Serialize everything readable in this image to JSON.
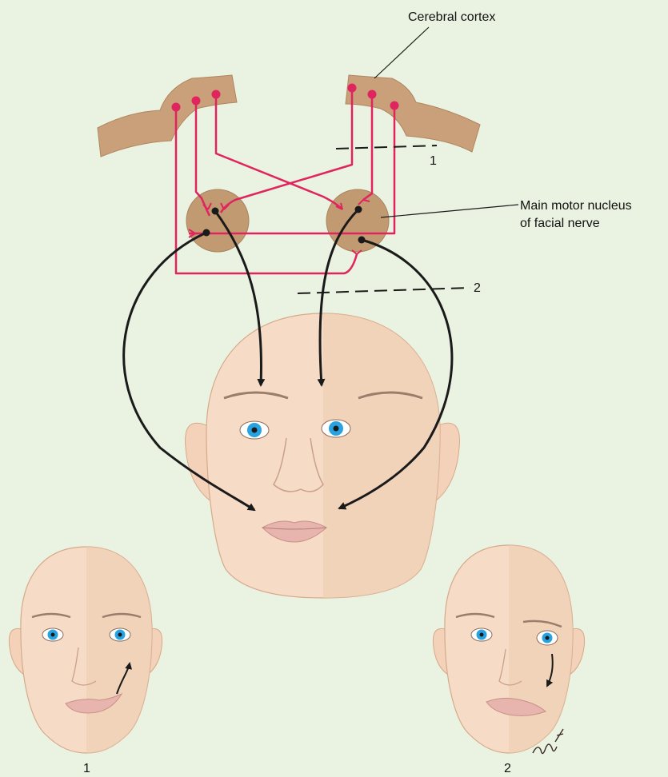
{
  "labels": {
    "cerebral_cortex": "Cerebral cortex",
    "motor_nucleus_line1": "Main motor nucleus",
    "motor_nucleus_line2": "of facial nerve",
    "lesion_1": "1",
    "lesion_2": "2",
    "face_1_caption": "1",
    "face_2_caption": "2"
  },
  "signature": "mF",
  "colors": {
    "background": "#eaf3e1",
    "cortex": "#c9a07a",
    "nucleus": "#c29a72",
    "nerve_fiber": "#e0245e",
    "arrow": "#1a1a1a",
    "skin": "#f6dcc6",
    "skin_shadow": "#e9c3a8",
    "iris": "#29a3e0",
    "lips": "#e7b5ae"
  }
}
